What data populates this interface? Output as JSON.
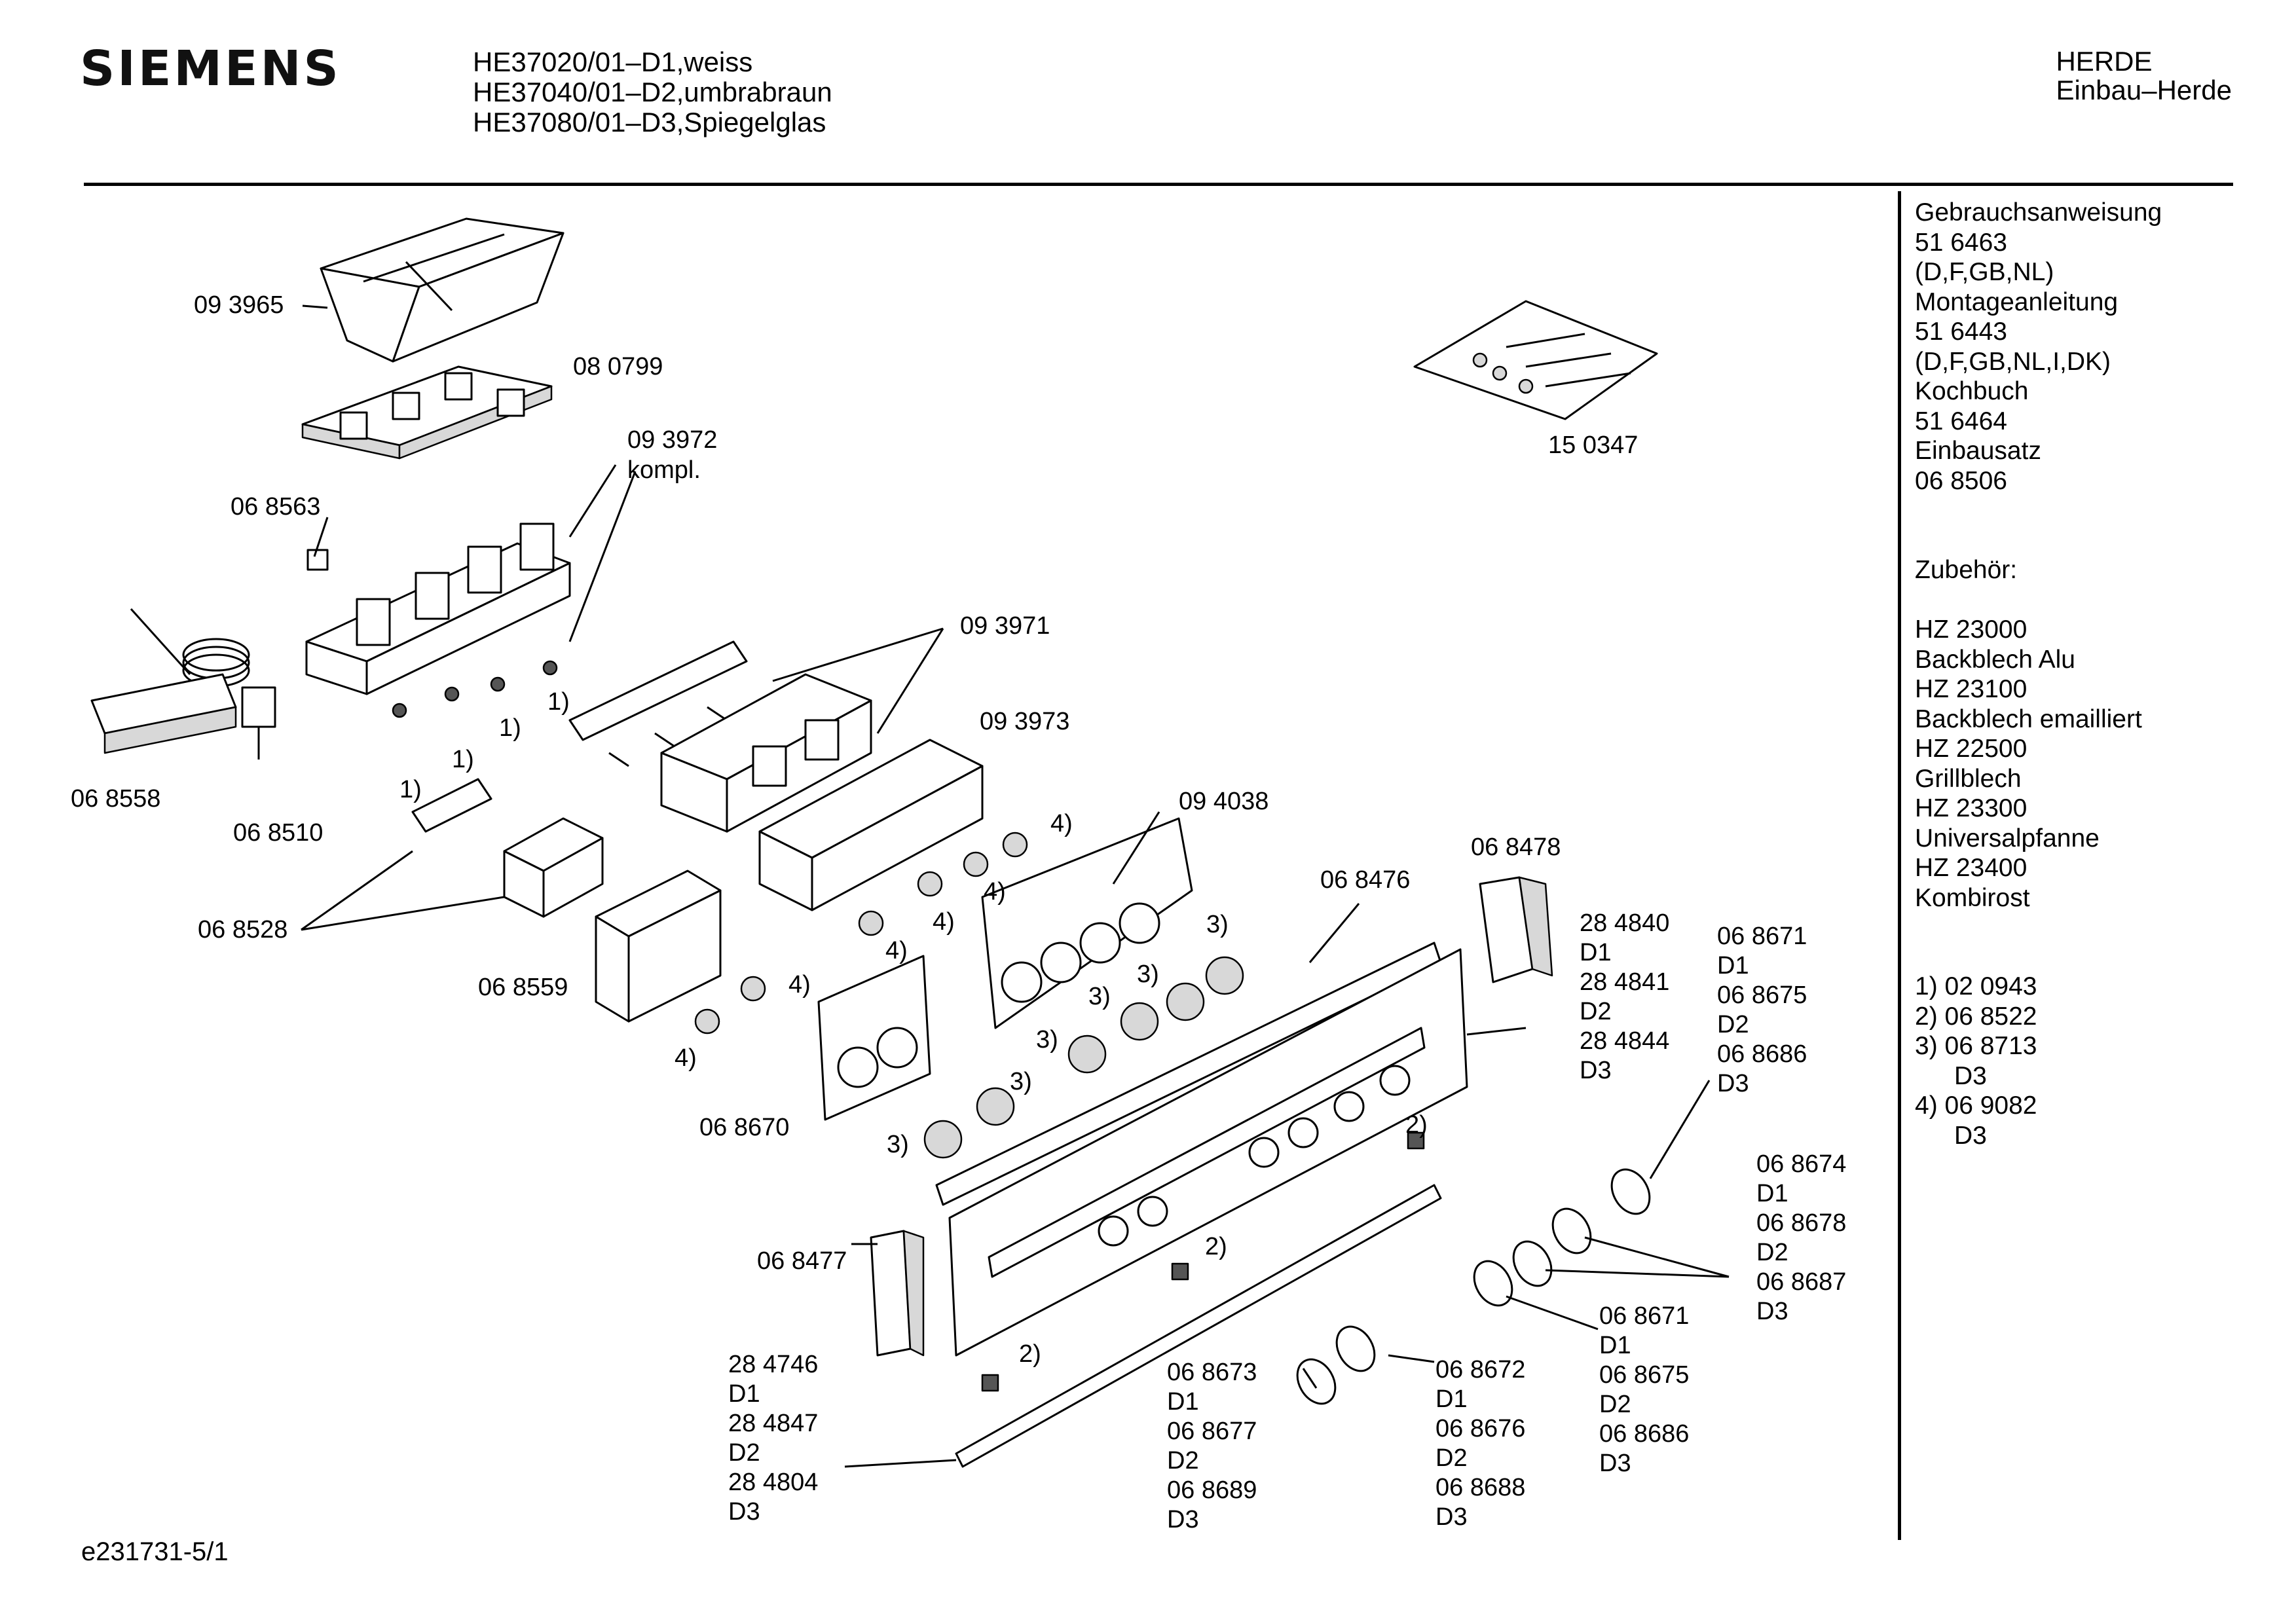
{
  "header": {
    "brand": "SIEMENS",
    "models": [
      "HE37020/01–D1,weiss",
      "HE37040/01–D2,umbrabraun",
      "HE37080/01–D3,Spiegelglas"
    ],
    "category": [
      "HERDE",
      "Einbau–Herde"
    ]
  },
  "side": {
    "docs": [
      "Gebrauchsanweisung",
      "51 6463",
      "(D,F,GB,NL)",
      "Montageanleitung",
      "51 6443",
      "(D,F,GB,NL,I,DK)",
      "Kochbuch",
      "51 6464",
      "Einbausatz",
      "06 8506"
    ],
    "zubehoer_title": "Zubehör:",
    "zubehoer": [
      "HZ 23000",
      "Backblech Alu",
      "HZ 23100",
      "Backblech emailliert",
      "HZ 22500",
      "Grillblech",
      "HZ 23300",
      "Universalpfanne",
      "HZ 23400",
      "Kombirost"
    ],
    "notes": [
      "1)  02 0943",
      "2)  06 8522",
      "3)  06 8713",
      "D3",
      "4)  06 9082",
      "D3"
    ]
  },
  "footer": "e231731-5/1",
  "labels": {
    "l093965": "09 3965",
    "l080799": "08 0799",
    "l093972": "09 3972",
    "kompl": "kompl.",
    "l068563": "06 8563",
    "l068558": "06 8558",
    "l068510": "06 8510",
    "l068528": "06 8528",
    "l093971": "09 3971",
    "l093973": "09 3973",
    "l094038": "09 4038",
    "l068559": "06 8559",
    "l068670": "06 8670",
    "l068476": "06 8476",
    "l068478": "06 8478",
    "l068477": "06 8477",
    "l150347": "15 0347",
    "n1": "1)",
    "n2": "2)",
    "n3": "3)",
    "n4": "4)",
    "g284840": [
      "28 4840",
      "D1",
      "28 4841",
      "D2",
      "28 4844",
      "D3"
    ],
    "g068671a": [
      "06 8671",
      "D1",
      "06 8675",
      "D2",
      "06 8686",
      "D3"
    ],
    "g068674": [
      "06 8674",
      "D1",
      "06 8678",
      "D2",
      "06 8687",
      "D3"
    ],
    "g068671b": [
      "06 8671",
      "D1",
      "06 8675",
      "D2",
      "06 8686",
      "D3"
    ],
    "g068673": [
      "06 8673",
      "D1",
      "06 8677",
      "D2",
      "06 8689",
      "D3"
    ],
    "g068672": [
      "06 8672",
      "D1",
      "06 8676",
      "D2",
      "06 8688",
      "D3"
    ],
    "g284746": [
      "28 4746",
      "D1",
      "28 4847",
      "D2",
      "28 4804",
      "D3"
    ]
  }
}
